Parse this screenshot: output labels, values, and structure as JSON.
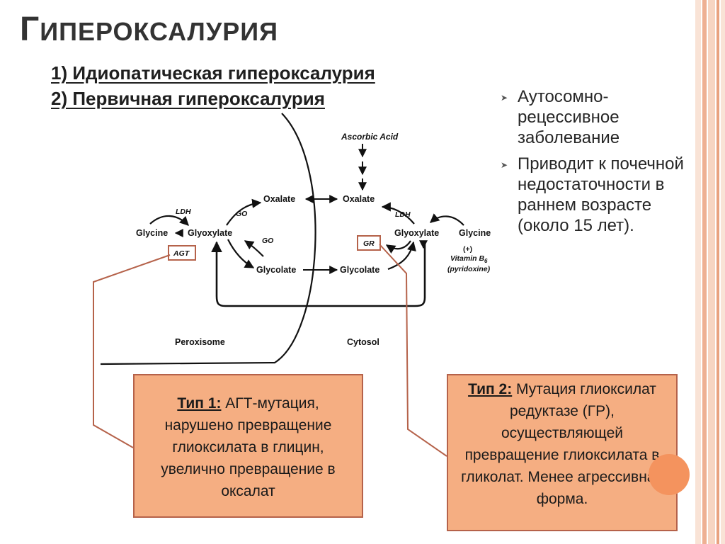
{
  "title": {
    "first_letter": "Г",
    "rest": "ИПЕРОКСАЛУРИЯ"
  },
  "subtitles": [
    "1) Идиопатическая гипероксалурия",
    "2) Первичная гипероксалурия"
  ],
  "bullets": [
    "Аутосомно-рецессивное заболевание",
    "Приводит к почечной недостаточности в раннем возрасте (около 15 лет)."
  ],
  "diagram": {
    "ascorbic_acid": "Ascorbic Acid",
    "oxalate_left": "Oxalate",
    "oxalate_right": "Oxalate",
    "glycine_left": "Glycine",
    "glycine_right": "Glycine",
    "glyoxylate_left": "Glyoxylate",
    "glyoxylate_right": "Glyoxylate",
    "glycolate_left": "Glycolate",
    "glycolate_right": "Glycolate",
    "ldh_left": "LDH",
    "ldh_right": "LDH",
    "go_top": "GO",
    "go_mid": "GO",
    "agt": "AGT",
    "gr": "GR",
    "vitamin_plus": "(+)",
    "vitamin_b6": "Vitamin B",
    "vitamin_sub": "6",
    "pyridoxine": "(pyridoxine)",
    "peroxisome": "Peroxisome",
    "cytosol": "Cytosol"
  },
  "box1": {
    "label": "Тип 1:",
    "text": " АГТ-мутация, нарушено превращение глиоксилата в глицин, увелично превращение в оксалат"
  },
  "box2": {
    "label": "Тип 2:",
    "text": " Мутация глиоксилат редуктазе (ГР), осуществляющей превращение глиоксилата в гликолат. Менее агрессивная форма."
  },
  "colors": {
    "box_fill": "#f5ae82",
    "box_border": "#b5624a",
    "connector": "#b5624a",
    "accent_circle": "#f4935e",
    "stripe_light": "#f7d5c2",
    "stripe_mid": "#eeb093"
  }
}
